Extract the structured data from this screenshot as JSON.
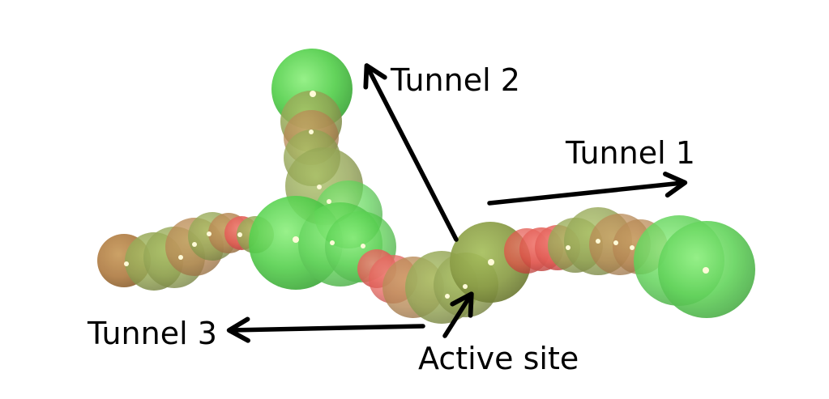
{
  "labels": {
    "tunnel_1": "Tunnel 1",
    "tunnel_2": "Tunnel 2",
    "tunnel_3": "Tunnel 3",
    "active_site": "Active site"
  },
  "colors": {
    "background": "#ffffff",
    "wide_tunnel": "#5fdc5a",
    "medium_tunnel": "#8fa448",
    "narrow_tunnel": "#e45a52",
    "arrow": "#000000"
  }
}
